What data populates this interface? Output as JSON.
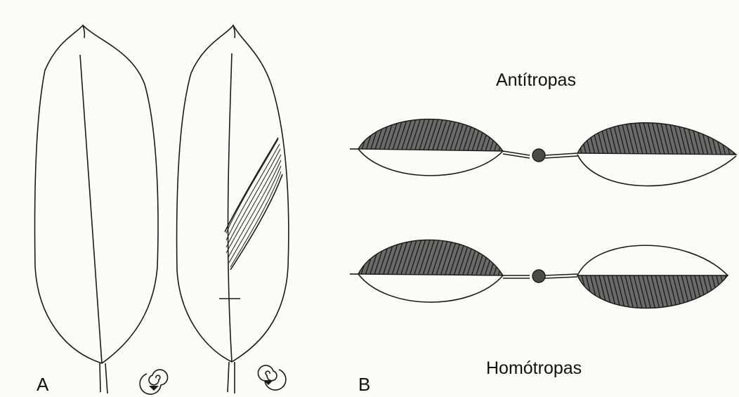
{
  "panel_a": {
    "letter": "A"
  },
  "panel_b": {
    "letter": "B",
    "top_label": "Antítropas",
    "bottom_label": "Homótropas"
  },
  "colors": {
    "background": "#fbfbf9",
    "ink": "#1a1a1a"
  }
}
